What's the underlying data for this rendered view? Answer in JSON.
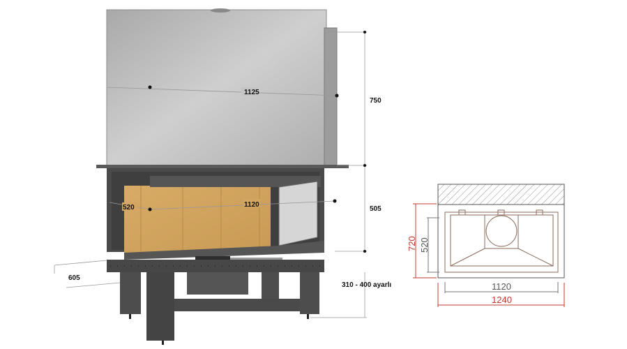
{
  "render_dimensions": {
    "hood_width": "1125",
    "hood_height": "750",
    "firebox_height": "505",
    "firebox_depth": "520",
    "firebox_width": "1120",
    "base_depth": "605",
    "leg_height": "310 - 400 ayarlı"
  },
  "plan_drawing": {
    "outer_depth": "720",
    "inner_depth": "520",
    "inner_width": "1120",
    "outer_width": "1240"
  },
  "colors": {
    "steel": "#b9b9b9",
    "body": "#4a4a4a",
    "firebrick": "#d2a45f",
    "dimension_red": "#c0392b"
  }
}
